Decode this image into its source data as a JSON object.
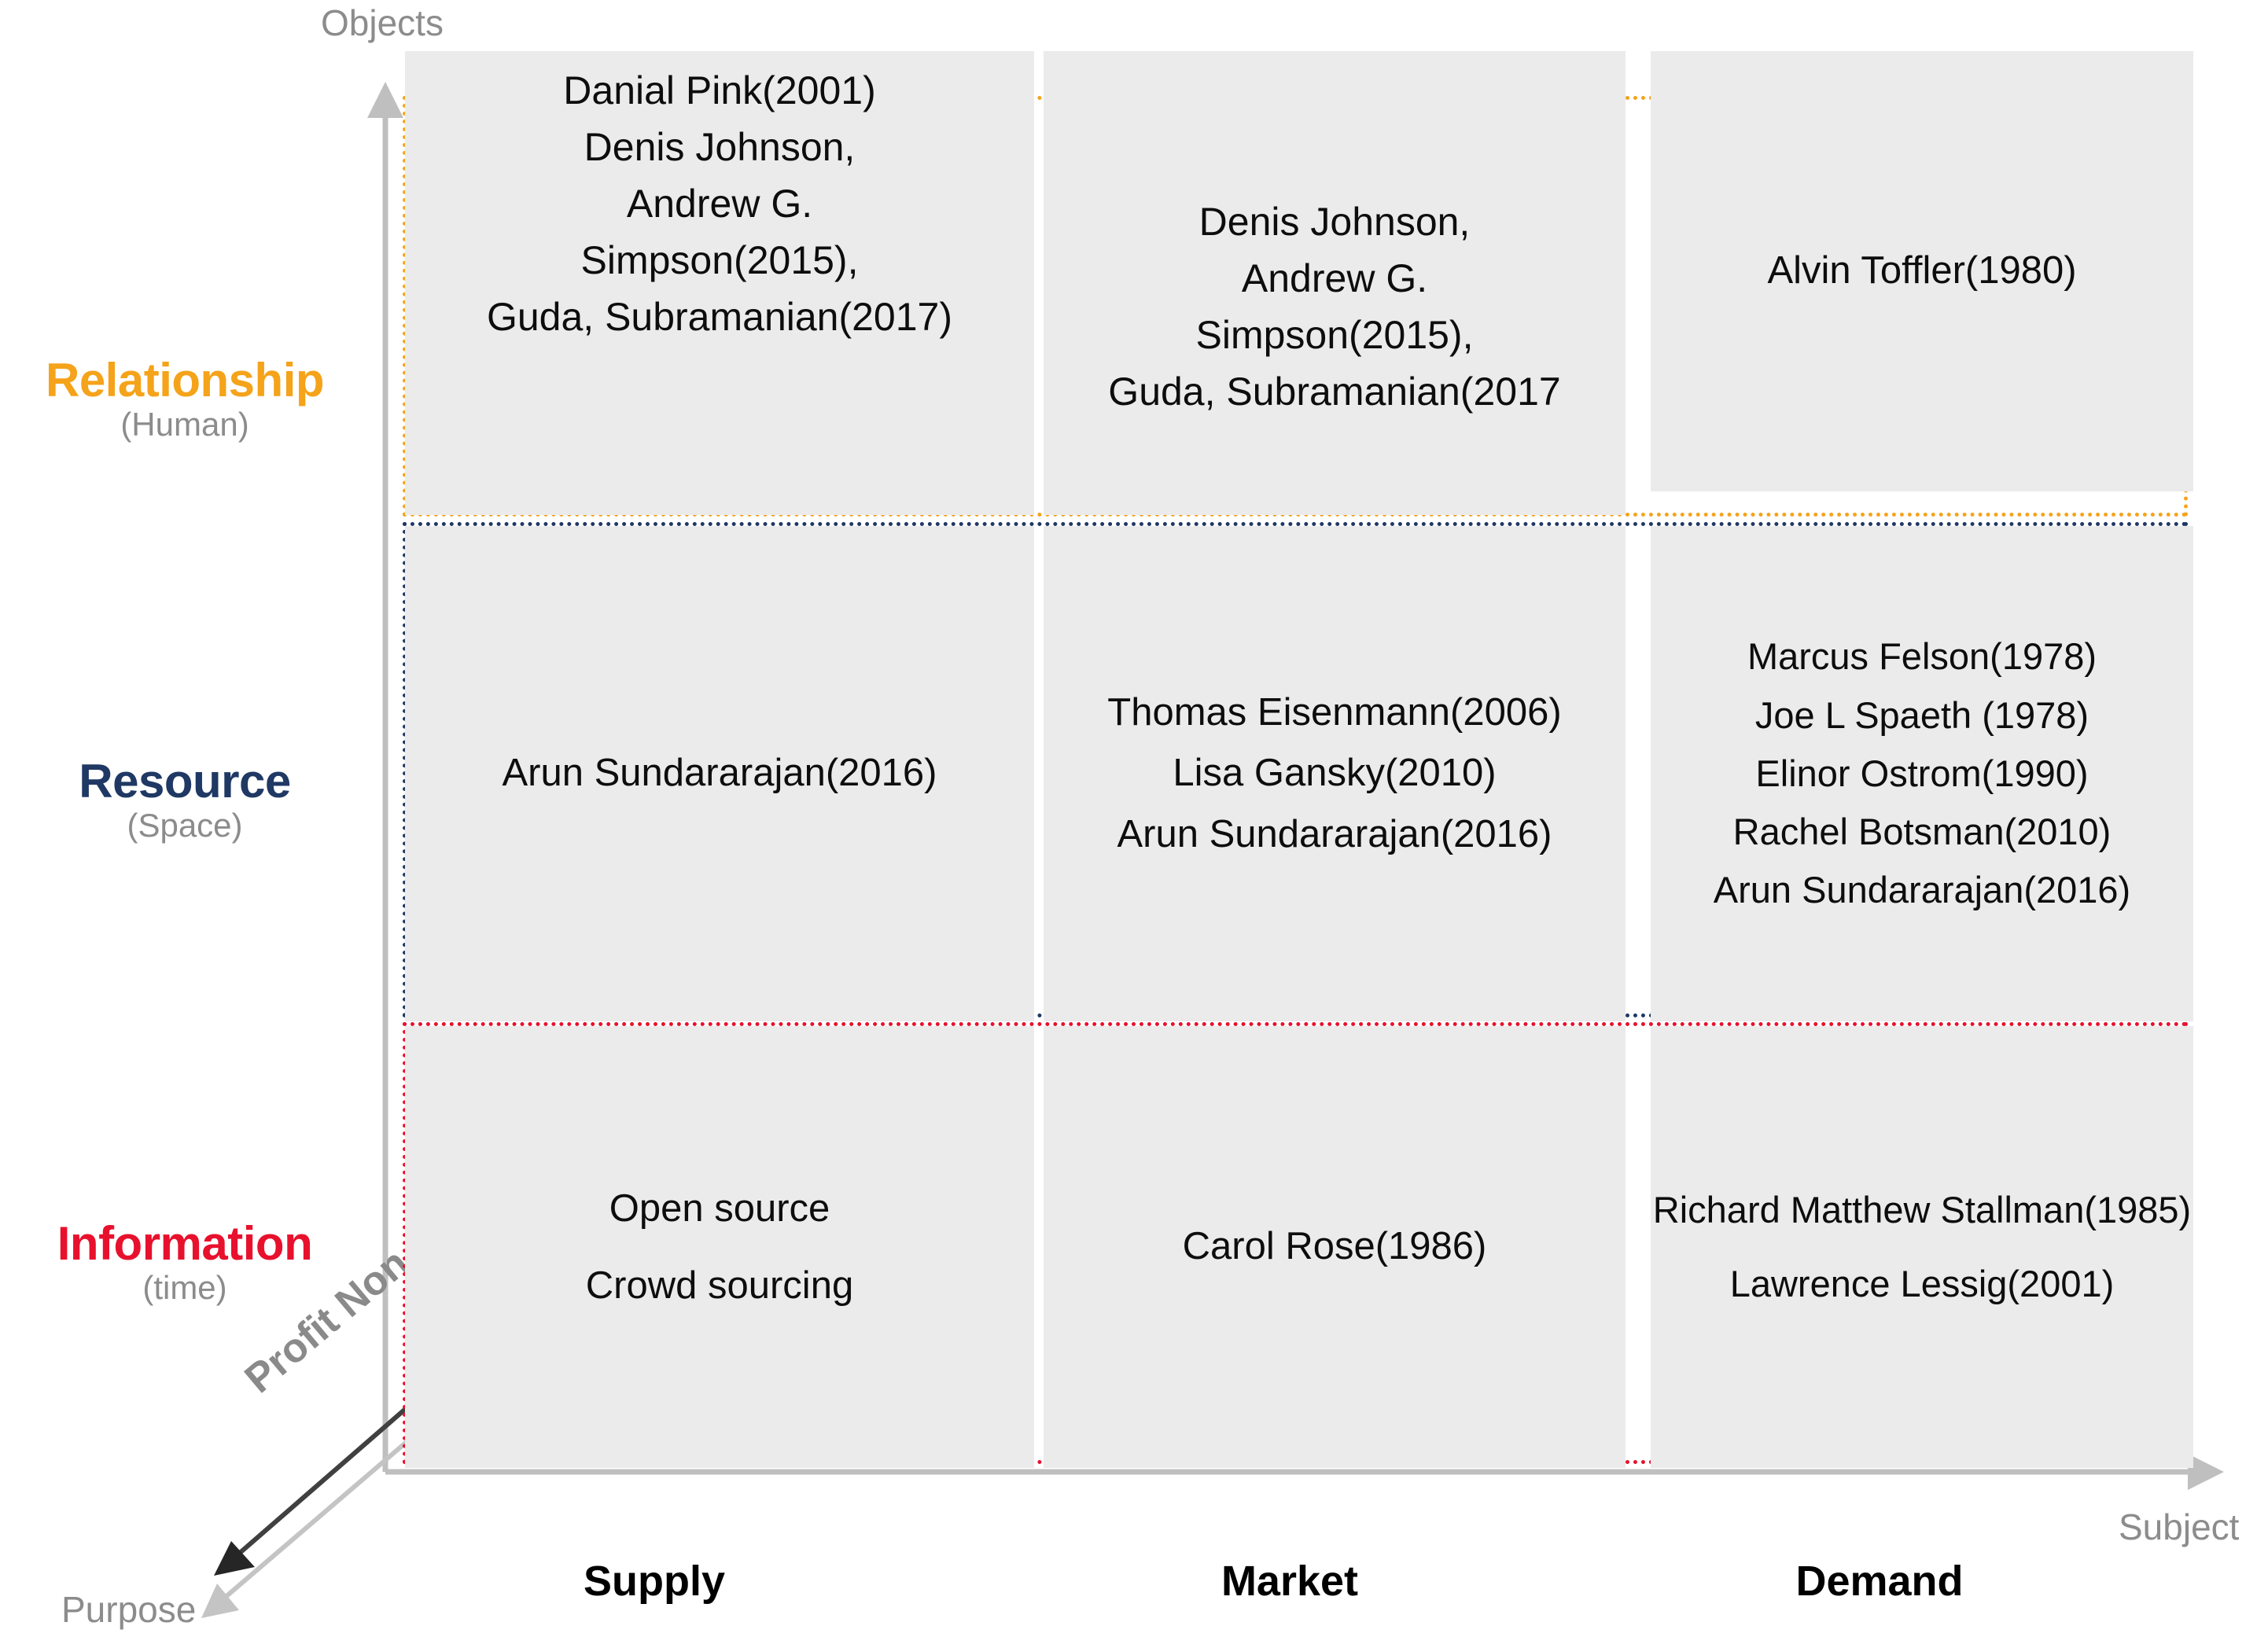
{
  "axes": {
    "y_top_label": "Objects",
    "x_right_label": "Subject",
    "diagonal_bottom_label": "Purpose",
    "diagonal_axis_label": "Profit  Non-profit"
  },
  "colors": {
    "relationship": "#F5A31A",
    "resource": "#1F3864",
    "information": "#E8112D",
    "cell_fill": "#EBEBEB",
    "axis_gray": "#8C8C8C",
    "text": "#0D0D0D"
  },
  "rows": [
    {
      "title": "Relationship",
      "subtitle": "(Human)"
    },
    {
      "title": "Resource",
      "subtitle": "(Space)"
    },
    {
      "title": "Information",
      "subtitle": "(time)"
    }
  ],
  "columns": [
    {
      "label": "Supply"
    },
    {
      "label": "Market"
    },
    {
      "label": "Demand"
    }
  ],
  "chart_data": {
    "type": "table",
    "title": "",
    "xlabel": "Subject",
    "ylabel": "Objects",
    "categories": [
      "Supply",
      "Market",
      "Demand"
    ],
    "row_categories": [
      "Relationship (Human)",
      "Resource (Space)",
      "Information (time)"
    ],
    "grid": false,
    "legend": "none",
    "annotations": [
      "Profit  Non-profit",
      "Purpose"
    ],
    "cells": {
      "relationship": {
        "supply": [
          "Danial Pink(2001)",
          "Denis Johnson,",
          "Andrew G.",
          "Simpson(2015),",
          "Guda, Subramanian(2017)"
        ],
        "market": [
          "Denis Johnson,",
          "Andrew G.",
          "Simpson(2015),",
          "Guda, Subramanian(2017"
        ],
        "demand": [
          "Alvin Toffler(1980)"
        ]
      },
      "resource": {
        "supply": [
          "Arun Sundararajan(2016)"
        ],
        "market": [
          "Thomas Eisenmann(2006)",
          "Lisa Gansky(2010)",
          "Arun Sundararajan(2016)"
        ],
        "demand": [
          "Marcus Felson(1978)",
          "Joe L Spaeth (1978)",
          "Elinor Ostrom(1990)",
          "Rachel Botsman(2010)",
          "Arun Sundararajan(2016)"
        ]
      },
      "information": {
        "supply": [
          "Open source",
          "Crowd sourcing"
        ],
        "market": [
          "Carol Rose(1986)"
        ],
        "demand": [
          "Richard Matthew Stallman(1985)",
          "Lawrence Lessig(2001)"
        ]
      }
    }
  }
}
